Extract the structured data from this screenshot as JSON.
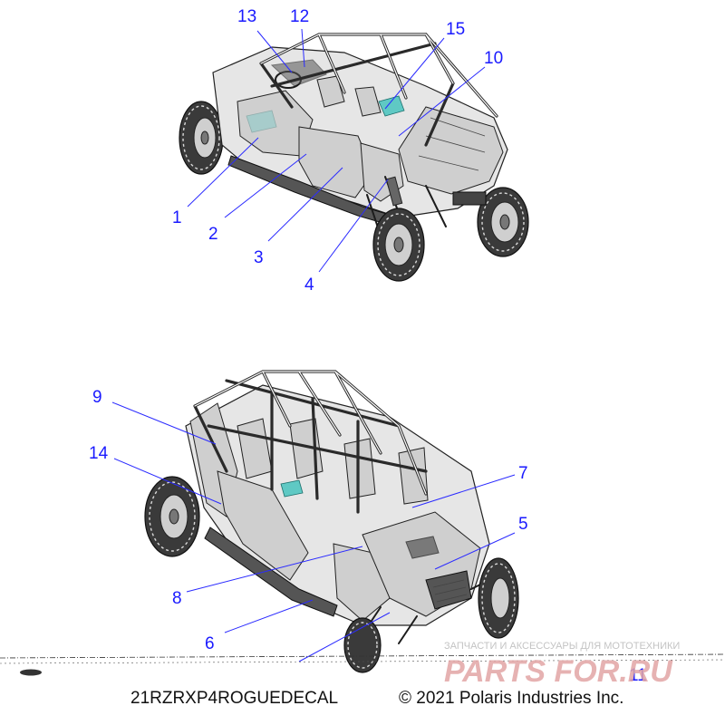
{
  "diagram_code": "21RZRXP4ROGUEDECAL",
  "copyright": "© 2021 Polaris Industries Inc.",
  "watermark": {
    "tagline": "ЗАПЧАСТИ И АКСЕССУАРЫ ДЛЯ МОТОТЕХНИКИ",
    "logo": "PARTS FOR.RU"
  },
  "callouts": [
    {
      "id": "c1",
      "label": "1"
    },
    {
      "id": "c2",
      "label": "2"
    },
    {
      "id": "c3",
      "label": "3"
    },
    {
      "id": "c4",
      "label": "4"
    },
    {
      "id": "c5",
      "label": "5"
    },
    {
      "id": "c6",
      "label": "6"
    },
    {
      "id": "c7",
      "label": "7"
    },
    {
      "id": "c8",
      "label": "8"
    },
    {
      "id": "c9",
      "label": "9"
    },
    {
      "id": "c10",
      "label": "10"
    },
    {
      "id": "c11",
      "label": "11"
    },
    {
      "id": "c12",
      "label": "12"
    },
    {
      "id": "c13",
      "label": "13"
    },
    {
      "id": "c14",
      "label": "14"
    },
    {
      "id": "c15",
      "label": "15"
    }
  ]
}
